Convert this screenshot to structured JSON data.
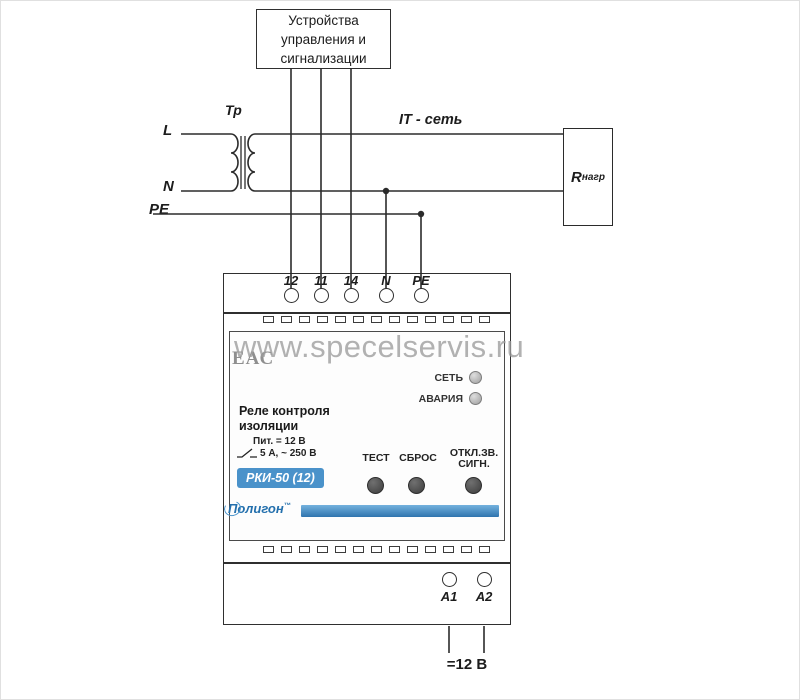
{
  "watermark": "www.specelservis.ru",
  "control_box": {
    "line1": "Устройства",
    "line2": "управления и",
    "line3": "сигнализации"
  },
  "wiring": {
    "transformer": "Тр",
    "phase": "L",
    "neutral": "N",
    "earth": "PE",
    "network": "IT - сеть",
    "load": "R",
    "load_sub": "нагр"
  },
  "device": {
    "terminals_top": [
      "12",
      "11",
      "14",
      "N",
      "PE"
    ],
    "eac_mark": "ЕАС",
    "led_power_label": "СЕТЬ",
    "led_alarm_label": "АВАРИЯ",
    "title1": "Реле контроля",
    "title2": "изоляции",
    "rating_supply": "Пит. = 12 В",
    "rating_contact": "5 А, ~ 250 В",
    "model": "РКИ-50 (12)",
    "button_test": "ТЕСТ",
    "button_reset": "СБРОС",
    "button_mute_line1": "ОТКЛ.ЗВ.",
    "button_mute_line2": "СИГН.",
    "brand": "Полигон",
    "brand_tm": "™",
    "terminal_a1": "А1",
    "terminal_a2": "А2",
    "supply_voltage": "=12 В"
  },
  "colors": {
    "wire": "#2b2b2b",
    "accent_blue": "#4a92ca",
    "led_gray": "#b5b5b5",
    "button_dark": "#4a4a4a",
    "watermark_gray": "#9c9c9c"
  }
}
